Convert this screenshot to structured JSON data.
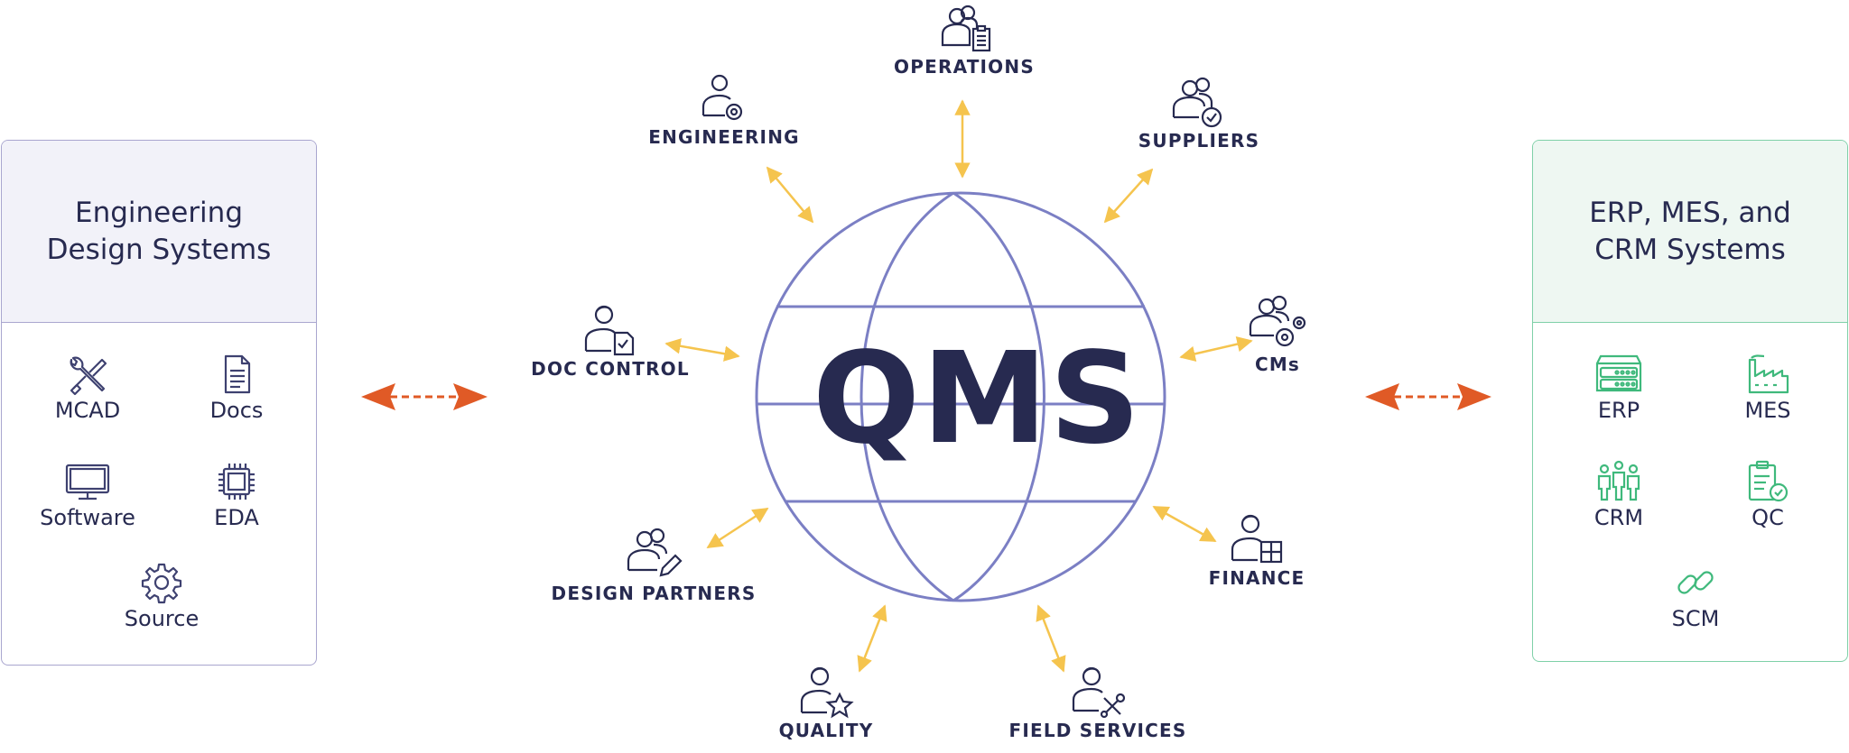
{
  "center": {
    "logo": "QMS"
  },
  "left_panel": {
    "title": "Engineering Design Systems",
    "items": [
      {
        "label": "MCAD",
        "icon": "wrench-screwdriver-icon"
      },
      {
        "label": "Docs",
        "icon": "document-icon"
      },
      {
        "label": "Software",
        "icon": "monitor-icon"
      },
      {
        "label": "EDA",
        "icon": "chip-icon"
      },
      {
        "label": "Source",
        "icon": "gear-icon"
      }
    ]
  },
  "right_panel": {
    "title": "ERP, MES, and CRM Systems",
    "items": [
      {
        "label": "ERP",
        "icon": "server-icon"
      },
      {
        "label": "MES",
        "icon": "factory-icon"
      },
      {
        "label": "CRM",
        "icon": "people-group-icon"
      },
      {
        "label": "QC",
        "icon": "clipboard-check-icon"
      },
      {
        "label": "SCM",
        "icon": "chain-link-icon"
      }
    ]
  },
  "groups": [
    {
      "label": "OPERATIONS",
      "icon": "users-clipboard-icon"
    },
    {
      "label": "ENGINEERING",
      "icon": "user-gear-icon"
    },
    {
      "label": "SUPPLIERS",
      "icon": "users-check-icon"
    },
    {
      "label": "DOC CONTROL",
      "icon": "user-document-icon"
    },
    {
      "label": "CMs",
      "icon": "users-gears-icon"
    },
    {
      "label": "DESIGN PARTNERS",
      "icon": "users-pen-icon"
    },
    {
      "label": "FINANCE",
      "icon": "user-calculator-icon"
    },
    {
      "label": "QUALITY",
      "icon": "user-star-icon"
    },
    {
      "label": "FIELD SERVICES",
      "icon": "user-tools-icon"
    }
  ],
  "colors": {
    "navy": "#272a50",
    "globe": "#7b7fc4",
    "arrow_yellow": "#f5c44e",
    "arrow_orange": "#e05a26",
    "green": "#3fb97c"
  }
}
